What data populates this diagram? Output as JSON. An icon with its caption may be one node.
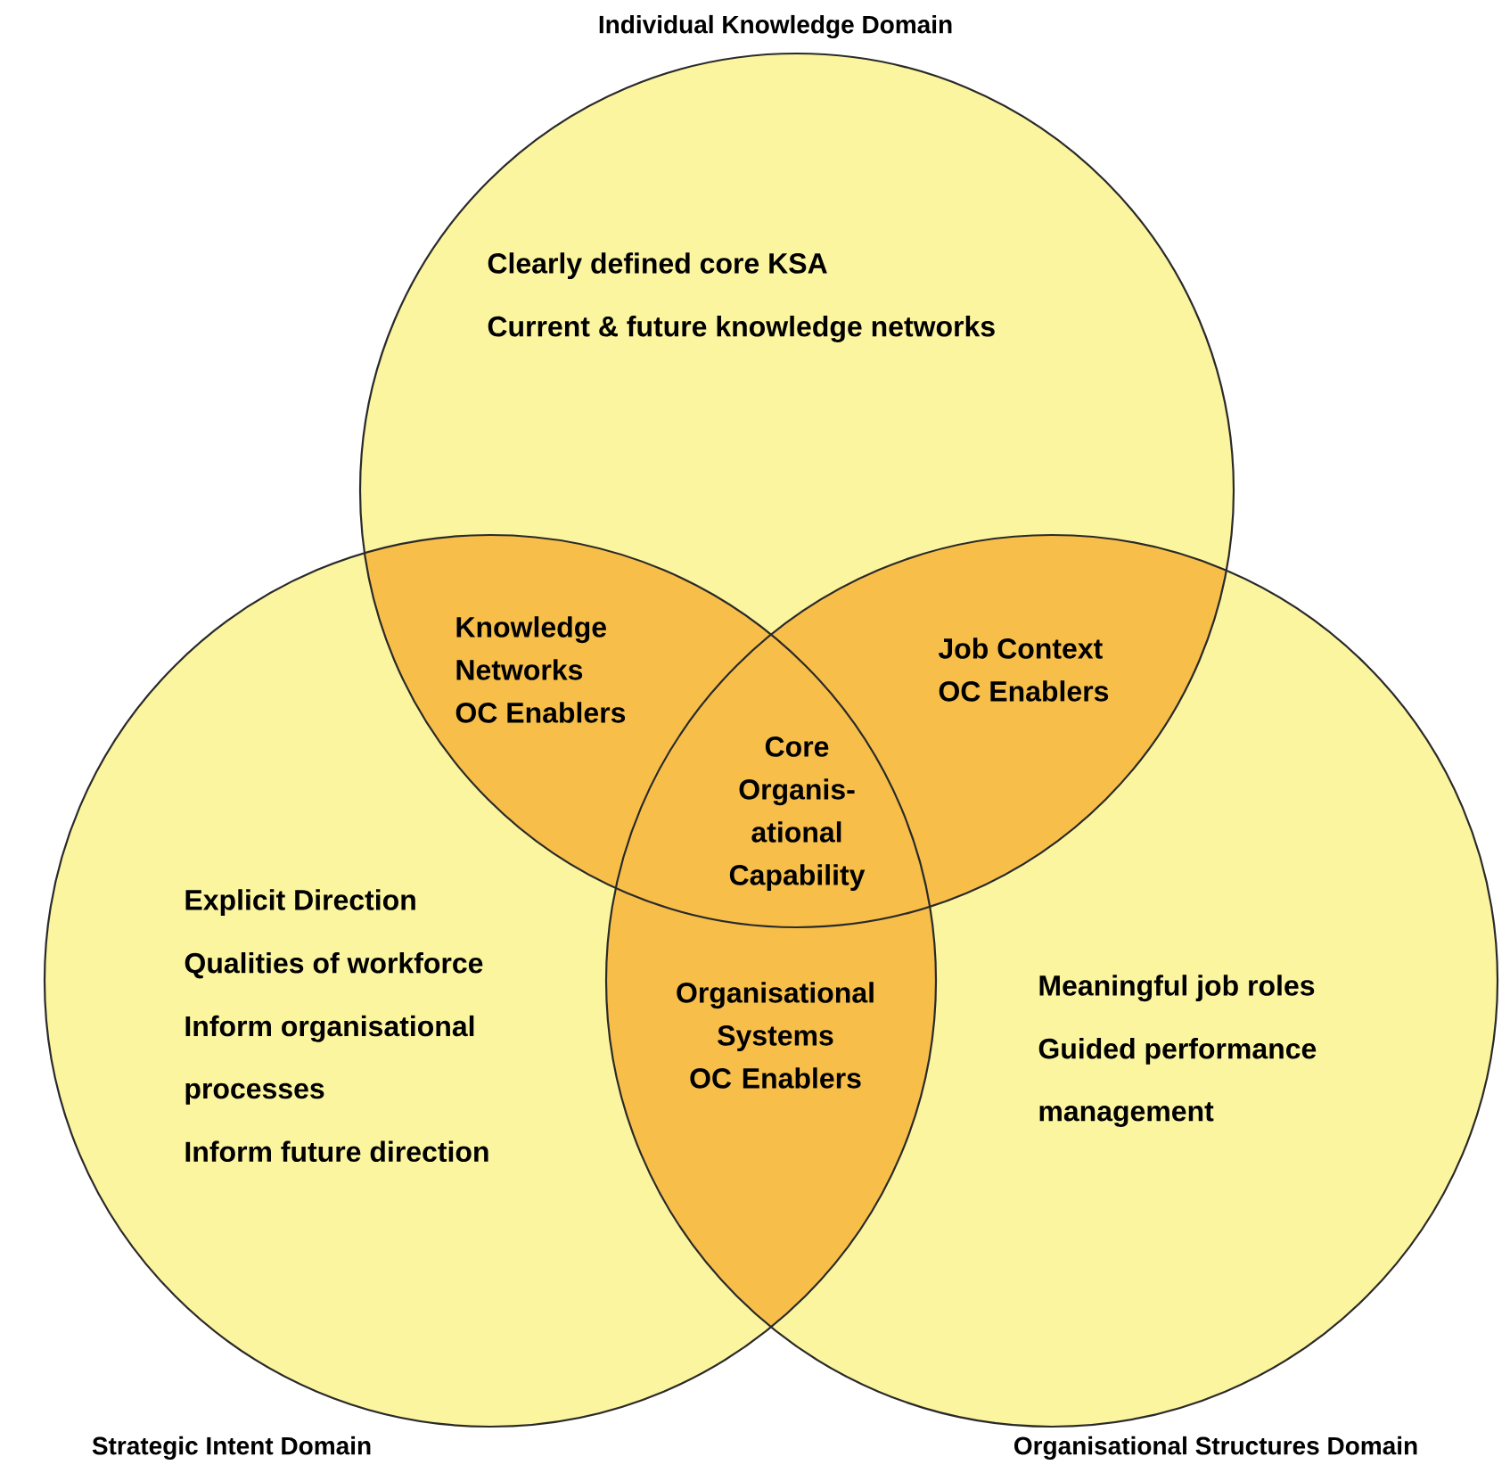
{
  "diagram": {
    "nodes": [
      {
        "text": [
          "Individual Knowledge Domain",
          "Clearly defined core KSA",
          "Current & future knowledge networks"
        ]
      },
      {
        "text": [
          "Explicit Direction",
          "Qualities of workforce",
          "Inform organisational processes",
          "Inform future direction",
          "Strategic Intent Domain"
        ]
      },
      {
        "text": [
          "Meaningful job roles",
          "Guided performance management",
          "Organisational Structures Domain"
        ]
      },
      {
        "text": [
          "Knowledge Networks",
          "OC Enablers"
        ]
      },
      {
        "text": [
          "Job Context",
          "OC Enablers"
        ]
      },
      {
        "text": [
          "Core Organis-ational Capability"
        ]
      },
      {
        "text": [
          "Organisational Systems",
          "OC Enablers"
        ]
      }
    ]
  }
}
